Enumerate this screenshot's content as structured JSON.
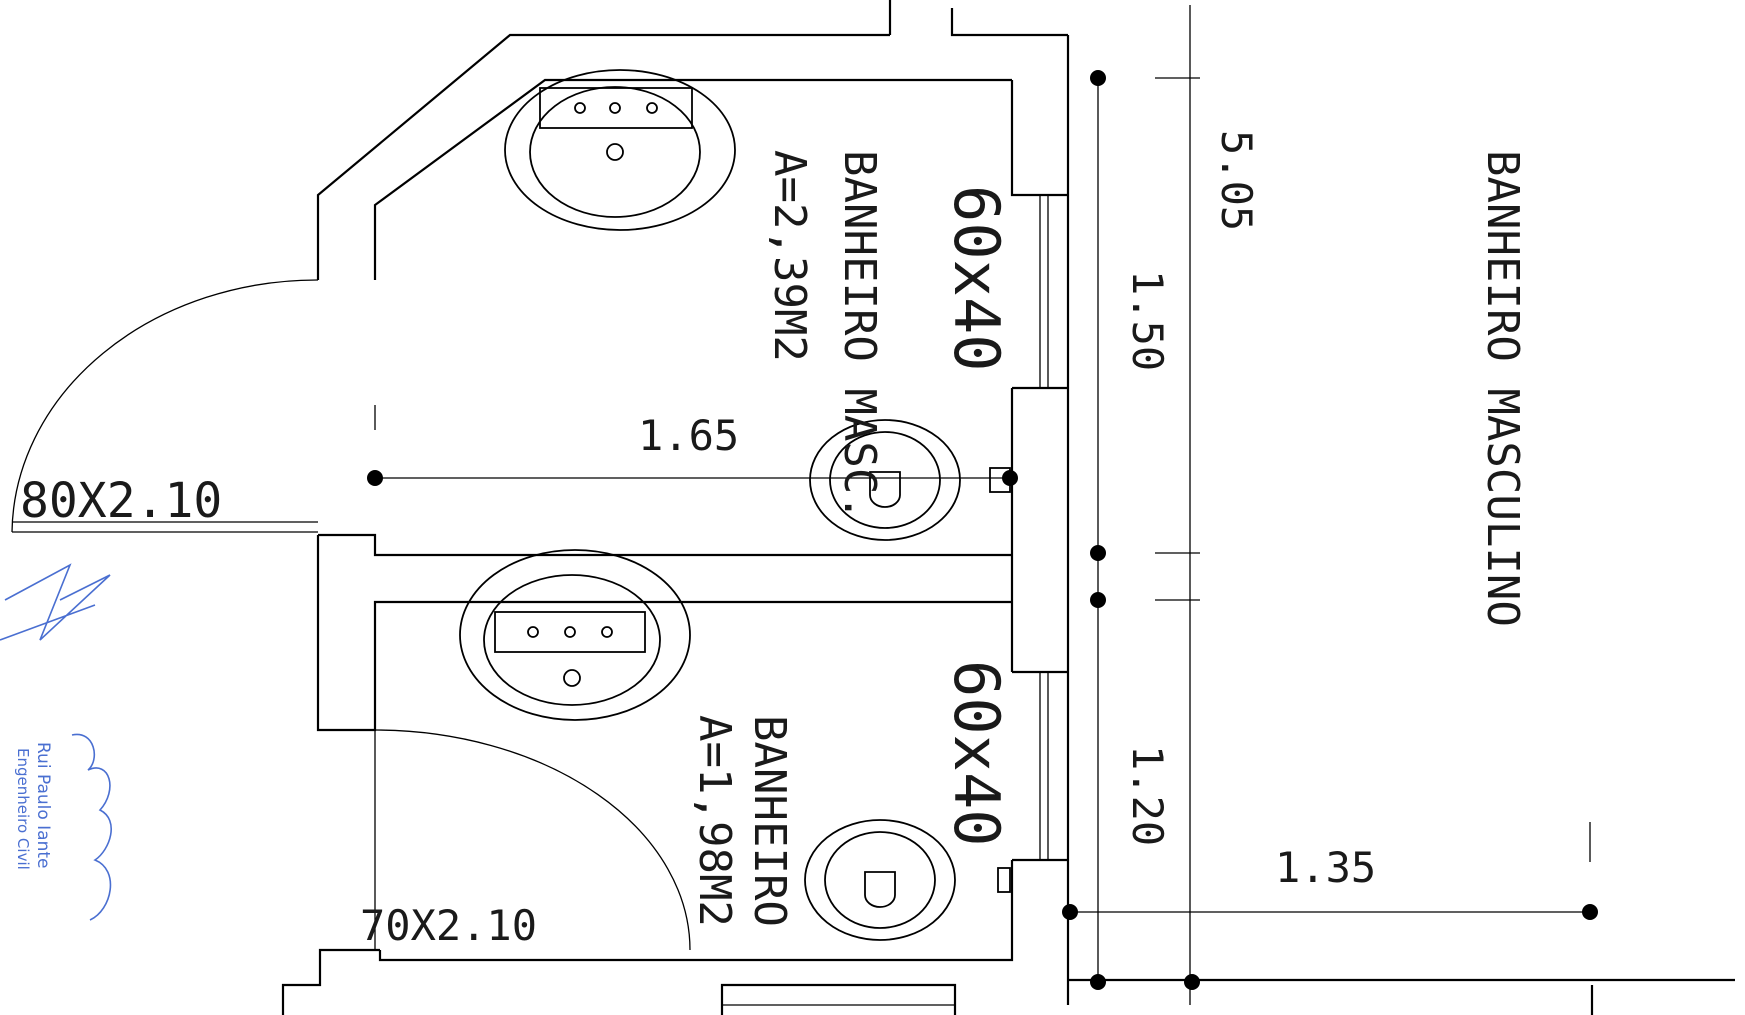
{
  "rooms": {
    "wc1_name": "BANHEIRO MASC.",
    "wc1_area": "A=2,39M2",
    "wc2_name": "BANHEIRO",
    "wc2_area": "A=1,98M2",
    "main_name": "BANHEIRO MASCULINO"
  },
  "windows": {
    "w1": "60x40",
    "w2": "60x40"
  },
  "doors": {
    "d1": "80X2.10",
    "d2": "70X2.10"
  },
  "dimensions": {
    "total_length": "5.05",
    "segment_upper": "1.50",
    "segment_lower": "1.20",
    "wc1_width": "1.65",
    "main_width": "1.35"
  },
  "signature": {
    "name": "Rui Paulo Iante",
    "title": "Engenheiro Civil"
  },
  "colors": {
    "ink": "#000000",
    "signature_ink": "#4a6fd1"
  }
}
